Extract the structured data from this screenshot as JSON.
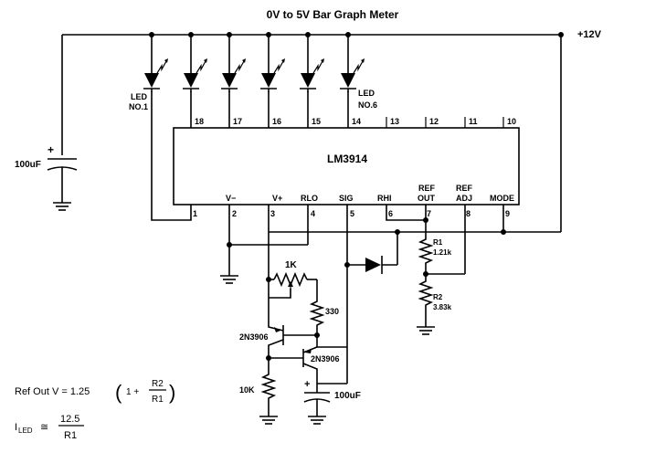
{
  "title": "0V to 5V Bar Graph Meter",
  "supply": "+12V",
  "chip": "LM3914",
  "leds": {
    "first": [
      "LED",
      "NO.1"
    ],
    "last": [
      "LED",
      "NO.6"
    ]
  },
  "top_pins": [
    "18",
    "17",
    "16",
    "15",
    "14",
    "13",
    "12",
    "11",
    "10"
  ],
  "bottom_pins": [
    "1",
    "2",
    "3",
    "4",
    "5",
    "6",
    "7",
    "8",
    "9"
  ],
  "pin_labels": {
    "vminus": "V−",
    "vplus": "V+",
    "rlo": "RLO",
    "sig": "SIG",
    "rhi": "RHI",
    "ref_out": [
      "REF",
      "OUT"
    ],
    "ref_adj": [
      "REF",
      "ADJ"
    ],
    "mode": "MODE"
  },
  "components": {
    "cap_supply": "100uF",
    "pot": "1K",
    "r330": "330",
    "q1": "2N3906",
    "q2": "2N3906",
    "r10k": "10K",
    "cap_out": "100uF",
    "r1": [
      "R1",
      "1.21k"
    ],
    "r2": [
      "R2",
      "3.83k"
    ]
  },
  "formulas": {
    "ref_out_prefix": "Ref Out V = 1.25",
    "ref_one_plus": "1 +",
    "ref_num": "R2",
    "ref_den": "R1",
    "iled_label": "I",
    "iled_sub": "LED",
    "approx": "≅",
    "iled_num": "12.5",
    "iled_den": "R1"
  }
}
